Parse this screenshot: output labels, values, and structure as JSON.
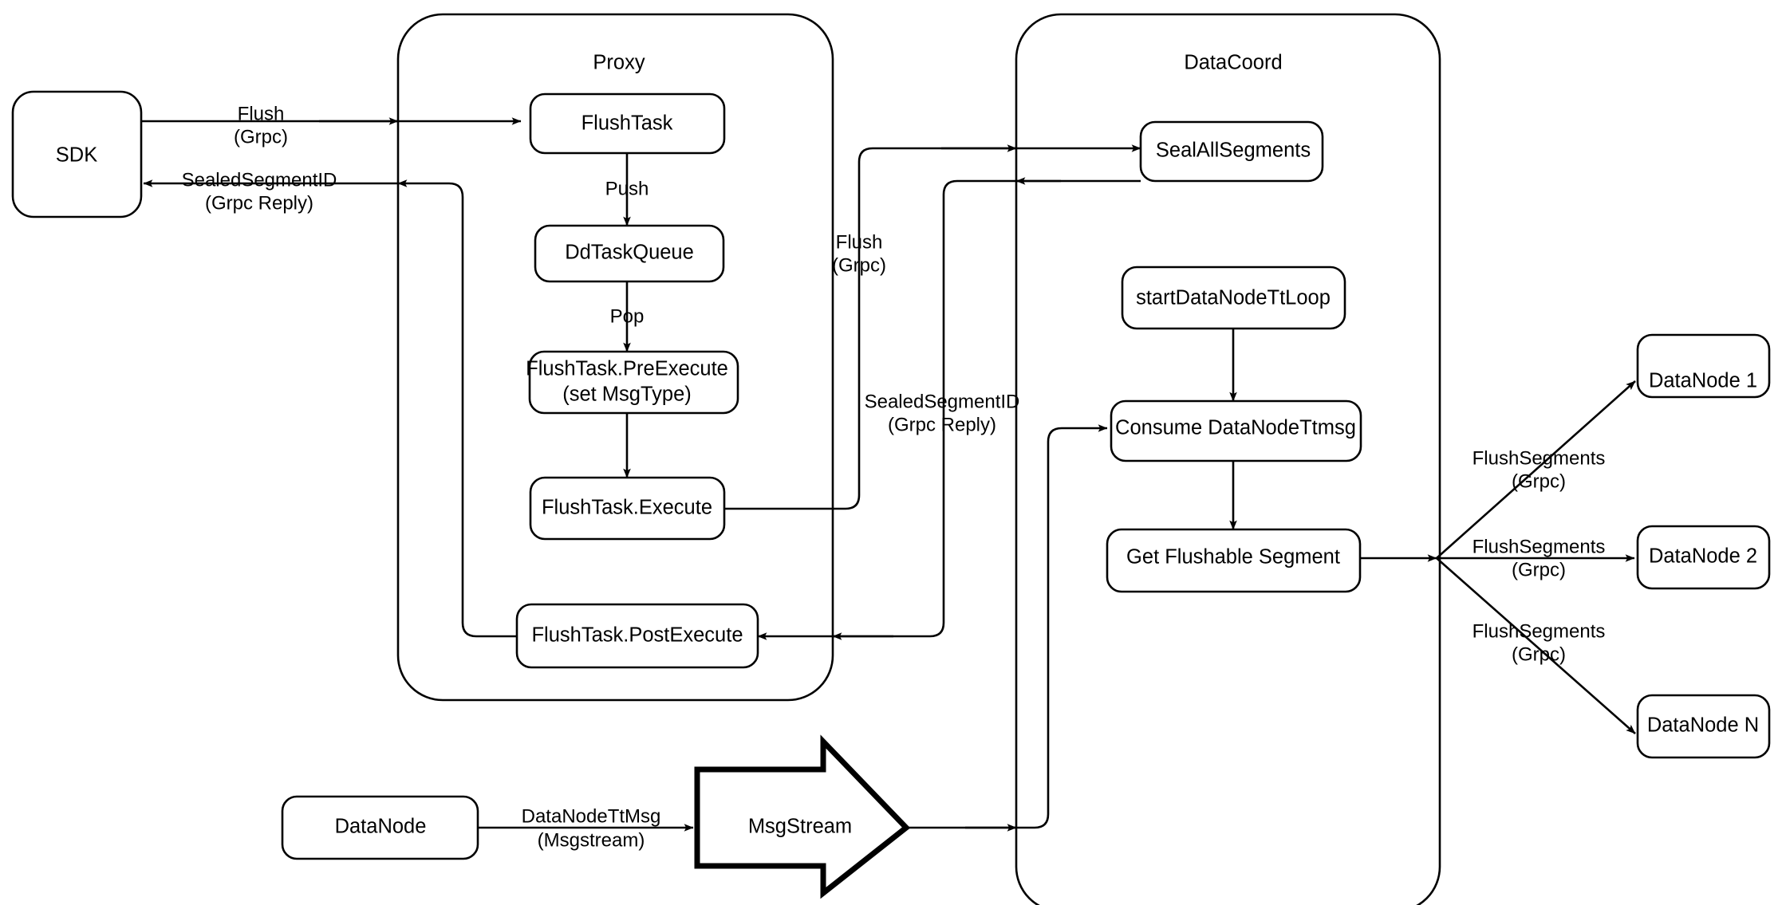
{
  "diagram": {
    "title": "Milvus Flush Sequence Architecture",
    "background_color": "#ffffff",
    "stroke_color": "#000000",
    "groups": [
      {
        "id": "proxy",
        "label": "Proxy"
      },
      {
        "id": "datacoord",
        "label": "DataCoord"
      }
    ],
    "nodes": {
      "sdk": {
        "label": "SDK"
      },
      "flush_task": {
        "label": "FlushTask"
      },
      "dd_task_queue": {
        "label": "DdTaskQueue"
      },
      "pre_execute_l1": {
        "label": "FlushTask.PreExecute"
      },
      "pre_execute_l2": {
        "label": "(set MsgType)"
      },
      "execute": {
        "label": "FlushTask.Execute"
      },
      "post_execute": {
        "label": "FlushTask.PostExecute"
      },
      "seal_all": {
        "label": "SealAllSegments"
      },
      "tt_loop": {
        "label": "startDataNodeTtLoop"
      },
      "consume_tt": {
        "label": "Consume DataNodeTtmsg"
      },
      "get_flushable": {
        "label": "Get Flushable Segment"
      },
      "datanode_1": {
        "label": "DataNode 1"
      },
      "datanode_2": {
        "label": "DataNode 2"
      },
      "datanode_n": {
        "label": "DataNode N"
      },
      "datanode_src": {
        "label": "DataNode"
      },
      "msgstream": {
        "label": "MsgStream"
      }
    },
    "edge_labels": {
      "sdk_to_proxy_l1": "Flush",
      "sdk_to_proxy_l2": "(Grpc)",
      "proxy_to_sdk_l1": "SealedSegmentID",
      "proxy_to_sdk_l2": "(Grpc Reply)",
      "push": "Push",
      "pop": "Pop",
      "proxy_to_coord_l1": "Flush",
      "proxy_to_coord_l2": "(Grpc)",
      "coord_to_proxy_l1": "SealedSegmentID",
      "coord_to_proxy_l2": "(Grpc Reply)",
      "flush_segments_1_l1": "FlushSegments",
      "flush_segments_1_l2": "(Grpc)",
      "flush_segments_2_l1": "FlushSegments",
      "flush_segments_2_l2": "(Grpc)",
      "flush_segments_n_l1": "FlushSegments",
      "flush_segments_n_l2": "(Grpc)",
      "datanode_tt_l1": "DataNodeTtMsg",
      "datanode_tt_l2": "(Msgstream)"
    }
  }
}
